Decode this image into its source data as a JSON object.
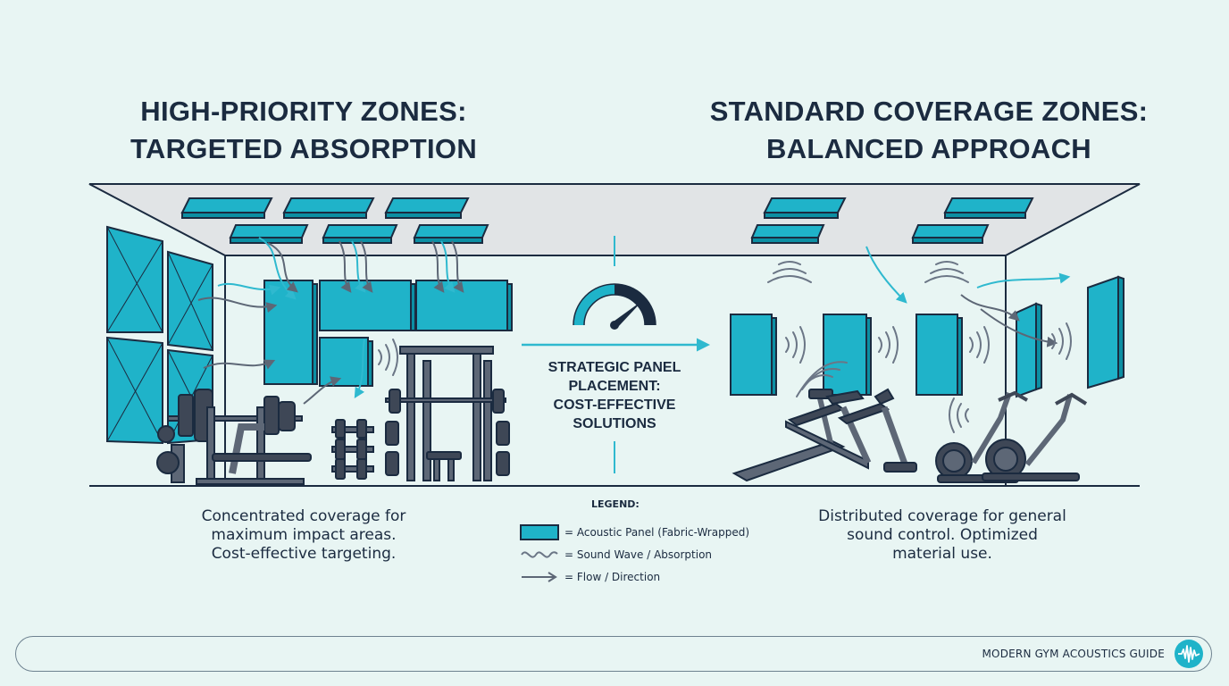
{
  "left_zone": {
    "heading_line1": "HIGH-PRIORITY ZONES:",
    "heading_line2": "TARGETED ABSORPTION",
    "caption_line1": "Concentrated coverage for",
    "caption_line2": "maximum impact areas.",
    "caption_line3": "Cost-effective targeting."
  },
  "right_zone": {
    "heading_line1": "STANDARD COVERAGE ZONES:",
    "heading_line2": "BALANCED APPROACH",
    "caption_line1": "Distributed coverage for general",
    "caption_line2": "sound control. Optimized",
    "caption_line3": "material use."
  },
  "center": {
    "label_line1": "STRATEGIC PANEL",
    "label_line2": "PLACEMENT:",
    "label_line3": "COST-EFFECTIVE",
    "label_line4": "SOLUTIONS",
    "gauge_icon": "gauge-icon"
  },
  "legend": {
    "title": "LEGEND:",
    "items": [
      {
        "icon": "panel-swatch-icon",
        "text": "= Acoustic Panel (Fabric-Wrapped)"
      },
      {
        "icon": "sound-wave-icon",
        "text": "= Sound Wave / Absorption"
      },
      {
        "icon": "arrow-icon",
        "text": "= Flow / Direction"
      }
    ]
  },
  "footer": {
    "text": "MODERN GYM ACOUSTICS GUIDE",
    "logo_icon": "sound-wave-logo-icon"
  },
  "colors": {
    "background": "#e8f5f3",
    "panel": "#1fb3c9",
    "panel_dark": "#0c8fa3",
    "outline": "#1b2b40",
    "equipment": "#5d6776",
    "wave": "#6b7686",
    "arrow": "#2fb9cf"
  }
}
